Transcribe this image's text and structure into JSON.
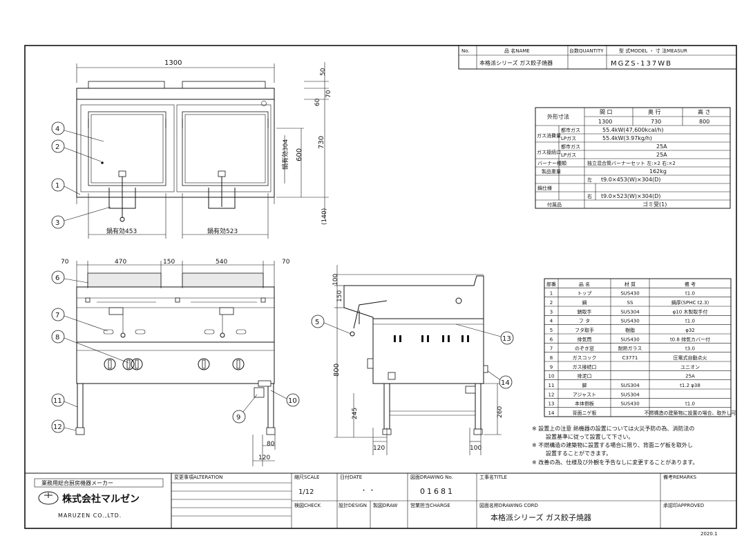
{
  "header": {
    "no_label": "No.",
    "name_label": "品 名NAME",
    "qty_label": "台数QUANTITY",
    "model_label": "型 式MODEL ・ 寸 法MEASUR",
    "name_value": "本格派シリーズ ガス餃子焼器",
    "model_value": "MGZS-137WB"
  },
  "top_view": {
    "width_dim": "1300",
    "dim_50": "50",
    "dim_70": "70",
    "dim_60": "60",
    "dim_730": "730",
    "dim_600": "600",
    "dim_304": "鍋有効304",
    "dim_140": "(140)",
    "pan_left": "鍋有効453",
    "pan_right": "鍋有効523",
    "callouts": [
      "4",
      "2",
      "1",
      "3"
    ]
  },
  "front_view": {
    "dims": [
      "70",
      "470",
      "150",
      "540",
      "70"
    ],
    "dim_100": "100",
    "dim_150": "150",
    "dim_800": "800",
    "dim_245": "245",
    "dim_260": "260",
    "dim_120a": "120",
    "dim_100b": "100",
    "dim_80": "80",
    "dim_120b": "120",
    "callouts": [
      "6",
      "7",
      "8",
      "11",
      "12",
      "9",
      "10",
      "5",
      "13",
      "14"
    ]
  },
  "spec_table": {
    "rows": [
      {
        "label": "外形寸法",
        "cols": [
          "間 口",
          "奥 行",
          "高 さ"
        ],
        "vals": [
          "1300",
          "730",
          "800"
        ]
      },
      {
        "group": "ガス消費量",
        "sub": "都市ガス",
        "value": "55.4kW(47,600kcal/h)"
      },
      {
        "group": "",
        "sub": "LPガス",
        "value": "55.4kW(3.97kg/h)"
      },
      {
        "group": "ガス接続口",
        "sub": "都市ガス",
        "value": "25A"
      },
      {
        "group": "",
        "sub": "LPガス",
        "value": "25A"
      },
      {
        "label": "バーナー種類",
        "value": "独立混合筒バーナーセット 左:×2 右:×2"
      },
      {
        "label": "製品重量",
        "value": "162kg"
      },
      {
        "group": "鍋仕様",
        "sub": "左",
        "value": "t9.0×453(W)×304(D)"
      },
      {
        "group": "",
        "sub": "右",
        "value": "t9.0×523(W)×304(D)"
      },
      {
        "label": "付属品",
        "value": "ゴミ受(1)"
      }
    ]
  },
  "parts_table": {
    "headers": [
      "部番",
      "品 名",
      "材 質",
      "備 考"
    ],
    "rows": [
      [
        "1",
        "トップ",
        "SUS430",
        "t1.0"
      ],
      [
        "2",
        "鍋",
        "SS",
        "鍋厚(SPHC t2.3)"
      ],
      [
        "3",
        "鍋取手",
        "SUS304",
        "φ10 木製取手付"
      ],
      [
        "4",
        "フ タ",
        "SUS430",
        "t1.0"
      ],
      [
        "5",
        "フタ取手",
        "樹脂",
        "φ32"
      ],
      [
        "6",
        "排気筒",
        "SUS430",
        "t0.8 排気カバー付"
      ],
      [
        "7",
        "のぞき窓",
        "耐熱ガラス",
        "t3.0"
      ],
      [
        "8",
        "ガスコック",
        "C3771",
        "圧電式自動点火"
      ],
      [
        "9",
        "ガス接続口",
        "",
        "ユニオン"
      ],
      [
        "10",
        "排泥口",
        "",
        "25A"
      ],
      [
        "11",
        "脚",
        "SUS304",
        "t1.2 φ38"
      ],
      [
        "12",
        "アジャスト",
        "SUS304",
        ""
      ],
      [
        "13",
        "本体側板",
        "SUS430",
        "t1.0"
      ],
      [
        "14",
        "背面ニゲ板",
        "",
        "不燃構造の建築物に設置の場合、取外し可"
      ]
    ]
  },
  "notes": [
    "※ 設置上の注意 熱機器の設置については火災予防の為、消防法の",
    "設置基準に従って設置して下さい。",
    "※ 不燃構造の建築物に設置する場合に限り、背面ニゲ板を取外し",
    "設置することができます。",
    "※ 改善の為、仕様及び外観を予告なしに変更することがあります。"
  ],
  "title_block": {
    "company_tag": "業務用総合厨房機器メーカー",
    "company_name": "株式会社マルゼン",
    "company_en": "MARUZEN CO.,LTD.",
    "alteration_label": "変更事項ALTERATION",
    "scale_label": "縮尺SCALE",
    "scale_value": "1/12",
    "date_label": "日付DATE",
    "date_value": "・ ・",
    "drawing_no_label": "図面DRAWING No.",
    "drawing_no_value": "01681",
    "title_label": "工事名TITLE",
    "remarks_label": "備考REMARKS",
    "check_label": "検図CHECK",
    "design_label": "設計DESIGN",
    "draw_label": "製図DRAW",
    "charge_label": "営業担当CHARGE",
    "cord_label": "図面名称DRAWING CORD",
    "cord_value": "本格派シリーズ ガス餃子焼器",
    "approved_label": "承認印APPROVED"
  },
  "footer_ref": "2020.1"
}
